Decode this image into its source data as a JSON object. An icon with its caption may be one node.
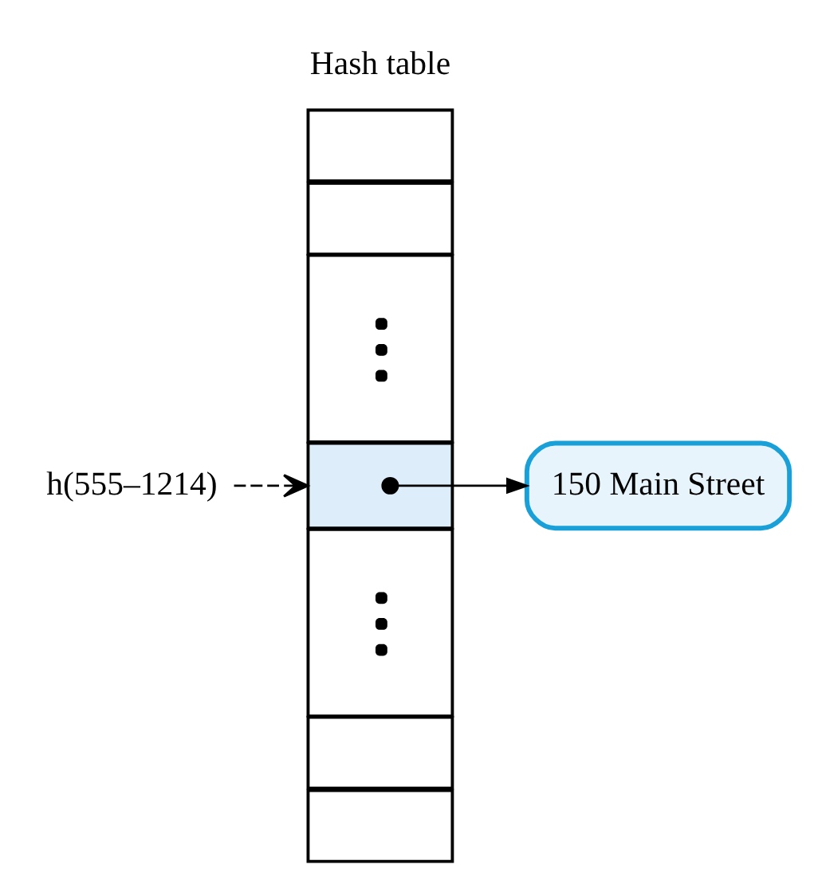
{
  "diagram": {
    "nodes": [
      {
        "text": [],
        "shape": "box"
      },
      {
        "text": [],
        "shape": "box"
      },
      {
        "text": [],
        "shape": "box"
      },
      {
        "text": [],
        "shape": "box"
      },
      {
        "text": [],
        "shape": "box"
      },
      {
        "text": [],
        "shape": "box"
      },
      {
        "text": [],
        "shape": "box"
      },
      {
        "text": [
          "h(555–1214)"
        ]
      },
      {
        "text": [
          "150 Main Street"
        ]
      }
    ],
    "edges": [
      {
        "from": 7,
        "to": 3,
        "arrow": "to",
        "style": "dashed"
      },
      {
        "from": 3,
        "to": 8,
        "arrow": "to"
      }
    ],
    "labels": [
      "Hash table"
    ]
  }
}
